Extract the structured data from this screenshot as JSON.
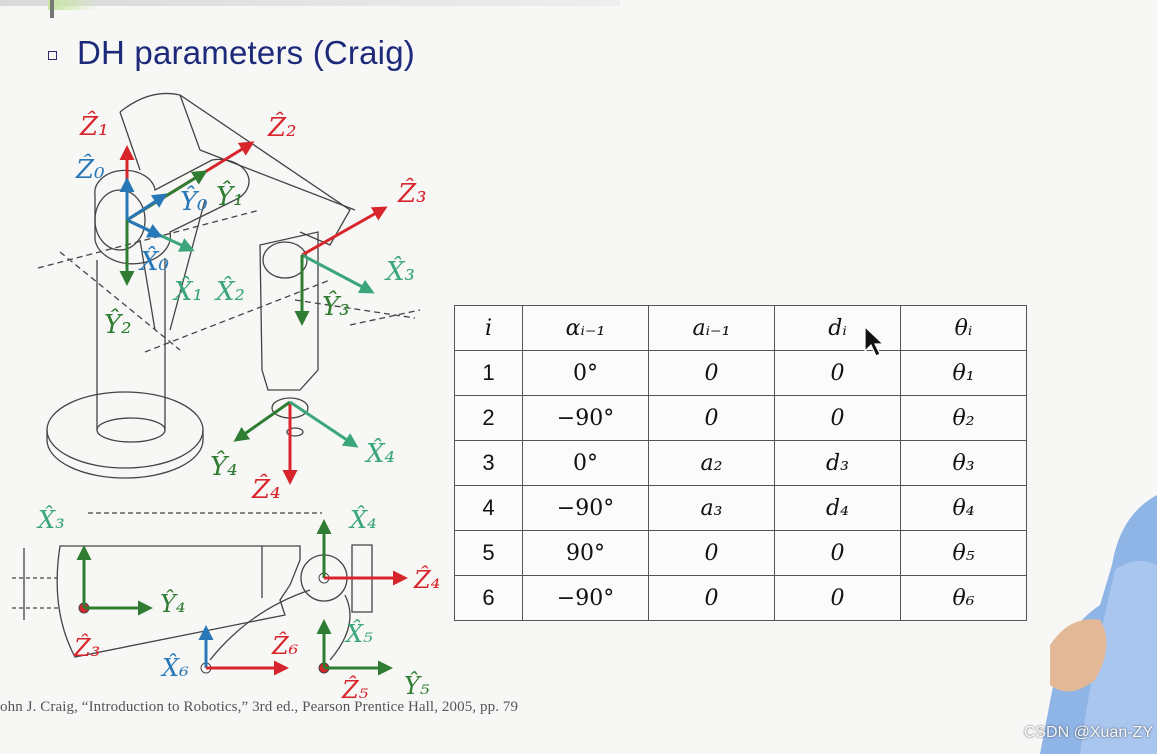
{
  "slide": {
    "title": "DH parameters (Craig)",
    "citation": "ohn J. Craig, “Introduction to Robotics,” 3rd ed., Pearson Prentice Hall, 2005, pp. 79",
    "watermark": "CSDN @Xuan-ZY",
    "bullet_icon": "square-bullet-icon"
  },
  "table": {
    "headers": [
      "i",
      "αᵢ₋₁",
      "aᵢ₋₁",
      "dᵢ",
      "θᵢ"
    ],
    "rows": [
      [
        "1",
        "0°",
        "0",
        "0",
        "θ₁"
      ],
      [
        "2",
        "−90°",
        "0",
        "0",
        "θ₂"
      ],
      [
        "3",
        "0°",
        "a₂",
        "d₃",
        "θ₃"
      ],
      [
        "4",
        "−90°",
        "a₃",
        "d₄",
        "θ₄"
      ],
      [
        "5",
        "90°",
        "0",
        "0",
        "θ₅"
      ],
      [
        "6",
        "−90°",
        "0",
        "0",
        "θ₆"
      ]
    ]
  },
  "figure_labels": {
    "z1": "Ẑ₁",
    "z0": "Ẑ₀",
    "z2": "Ẑ₂",
    "z3": "Ẑ₃",
    "y0": "Ŷ₀",
    "y1": "Ŷ₁",
    "y2": "Ŷ₂",
    "y3": "Ŷ₃",
    "x0": "X̂₀",
    "x1": "X̂₁",
    "x2": "X̂₂",
    "x3": "X̂₃",
    "y4": "Ŷ₄",
    "z4": "Ẑ₄",
    "x4": "X̂₄",
    "wx3": "X̂₃",
    "wx4": "X̂₄",
    "wy4": "Ŷ₄",
    "wz4": "Ẑ₄",
    "wz3": "Ẑ₃",
    "wx6": "X̂₆",
    "wz6": "Ẑ₆",
    "wx5": "X̂₅",
    "wz5": "Ẑ₅",
    "wy5": "Ŷ₅"
  },
  "colors": {
    "z_axis": "#d8242b",
    "y_axis": "#2e7d32",
    "x_axis": "#3aa67a",
    "z0_axis": "#2878b8",
    "title": "#1d2a7a"
  },
  "presenter_visible": true
}
